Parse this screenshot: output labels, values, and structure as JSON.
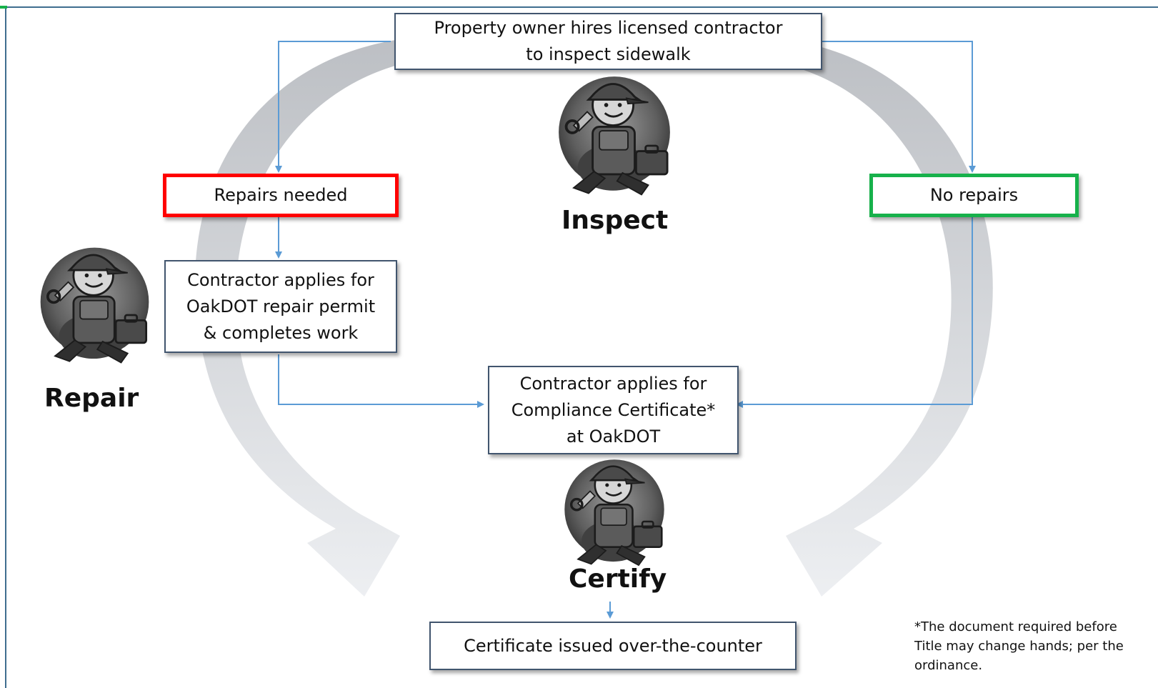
{
  "diagram": {
    "nodes": {
      "inspect_start": "Property owner hires licensed contractor\nto inspect sidewalk",
      "repairs_needed": "Repairs needed",
      "no_repairs": "No repairs",
      "repair_permit": "Contractor applies for\nOakDOT repair permit\n& completes work",
      "compliance": "Contractor applies for\nCompliance Certificate*\nat OakDOT",
      "issued": "Certificate issued over-the-counter"
    },
    "stages": {
      "inspect": "Inspect",
      "repair": "Repair",
      "certify": "Certify"
    },
    "footnote": "*The document required before\n Title may change hands; per the\n ordinance.",
    "edges": [
      {
        "from": "inspect_start",
        "to": "repairs_needed"
      },
      {
        "from": "inspect_start",
        "to": "no_repairs"
      },
      {
        "from": "repairs_needed",
        "to": "repair_permit"
      },
      {
        "from": "repair_permit",
        "to": "compliance"
      },
      {
        "from": "no_repairs",
        "to": "compliance"
      },
      {
        "from": "compliance",
        "to": "issued"
      }
    ],
    "colors": {
      "connector": "#5b9bd5",
      "repairs_border": "#ff0000",
      "no_repairs_border": "#17b14b",
      "cycle_arrow": "#c9ccd1"
    },
    "icons": [
      "contractor-mascot-icon"
    ]
  }
}
